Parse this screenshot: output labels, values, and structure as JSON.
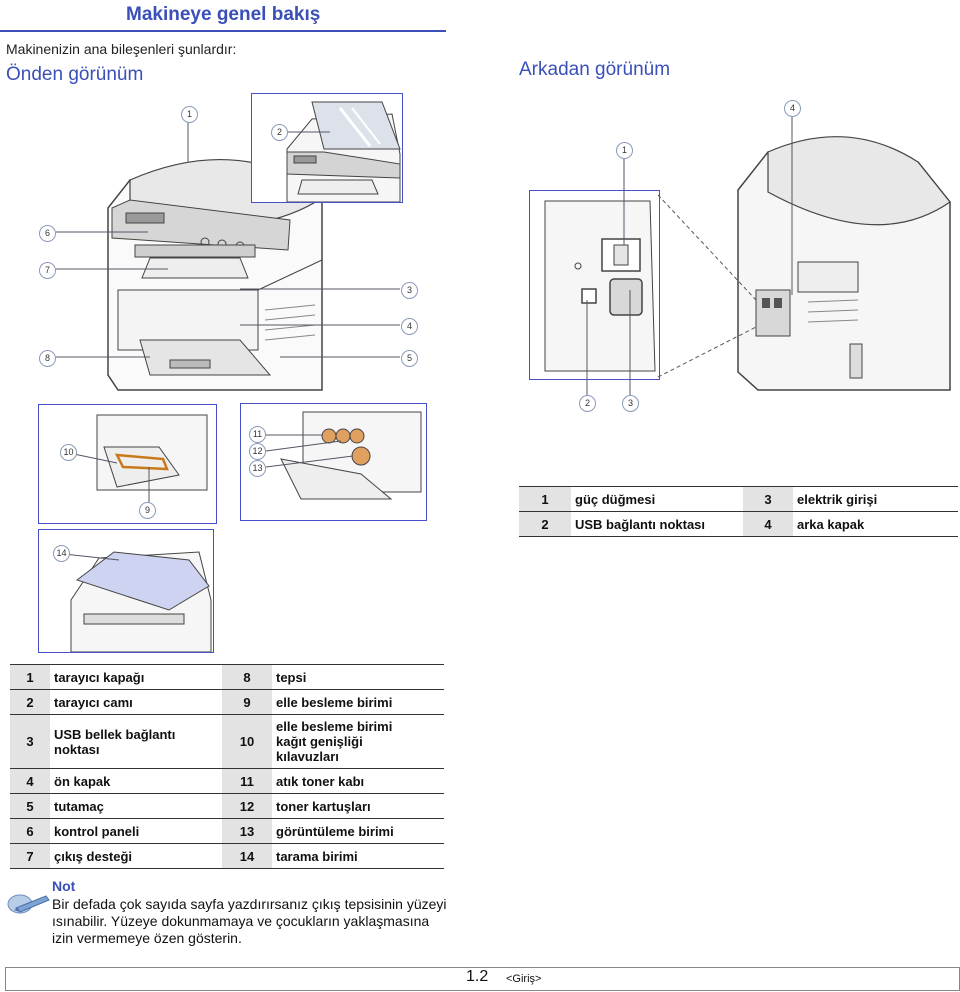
{
  "page_title": "Makineye genel bakış",
  "intro": "Makinenizin ana bileşenleri şunlardır:",
  "front_title": "Önden görünüm",
  "rear_title": "Arkadan görünüm",
  "front_callouts": [
    "1",
    "2",
    "3",
    "4",
    "5",
    "6",
    "7",
    "8",
    "9",
    "10",
    "11",
    "12",
    "13",
    "14"
  ],
  "rear_callouts": [
    "1",
    "2",
    "3",
    "4"
  ],
  "rear_table": {
    "rows": [
      {
        "n1": "1",
        "l1": "güç düğmesi",
        "n2": "3",
        "l2": "elektrik girişi"
      },
      {
        "n1": "2",
        "l1": "USB bağlantı noktası",
        "n2": "4",
        "l2": "arka kapak"
      }
    ]
  },
  "front_table": {
    "rows": [
      {
        "n1": "1",
        "l1": "tarayıcı kapağı",
        "n2": "8",
        "l2": "tepsi"
      },
      {
        "n1": "2",
        "l1": "tarayıcı camı",
        "n2": "9",
        "l2": "elle besleme birimi"
      },
      {
        "n1": "3",
        "l1": "USB bellek bağlantı noktası",
        "n2": "10",
        "l2": "elle besleme birimi kağıt genişliği kılavuzları"
      },
      {
        "n1": "4",
        "l1": "ön kapak",
        "n2": "11",
        "l2": "atık toner kabı"
      },
      {
        "n1": "5",
        "l1": "tutamaç",
        "n2": "12",
        "l2": "toner kartuşları"
      },
      {
        "n1": "6",
        "l1": "kontrol paneli",
        "n2": "13",
        "l2": "görüntüleme birimi"
      },
      {
        "n1": "7",
        "l1": "çıkış desteği",
        "n2": "14",
        "l2": "tarama birimi"
      }
    ]
  },
  "note": {
    "title": "Not",
    "text": "Bir defada çok sayıda sayfa yazdırırsanız çıkış tepsisinin yüzeyi ısınabilir. Yüzeye dokunmamaya ve çocukların yaklaşmasına izin vermemeye özen gösterin.",
    "icon": "pen-icon"
  },
  "footer": {
    "page_number": "1.2",
    "chapter": "<Giriş>"
  }
}
